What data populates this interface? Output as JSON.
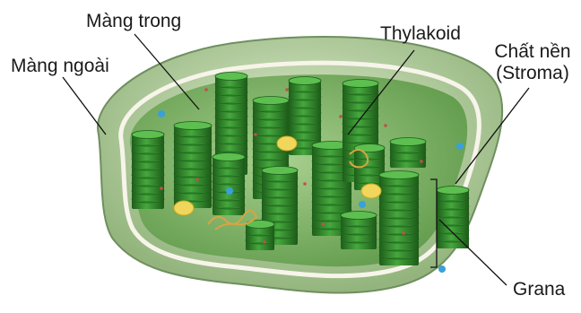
{
  "labels": {
    "outer_membrane": "Màng ngoài",
    "inner_membrane": "Màng trong",
    "thylakoid": "Thylakoid",
    "stroma_line1": "Chất nền",
    "stroma_line2": "(Stroma)",
    "grana": "Grana"
  },
  "colors": {
    "outer_membrane": "#a9c69a",
    "inner_membrane": "#f4f1e6",
    "stroma": "#7fb069",
    "granum": "#2f8a2b",
    "granum_dark": "#1f5f1d",
    "ribosome": "#c0504d",
    "starch": "#f0d65a",
    "dna": "#d9a441",
    "plastoglobule": "#3aa0d8",
    "leader_line": "#111111"
  },
  "icons": [
    "granum-stack",
    "starch-granule",
    "dna-strand",
    "ribosome-dot",
    "plastoglobule-dot"
  ]
}
